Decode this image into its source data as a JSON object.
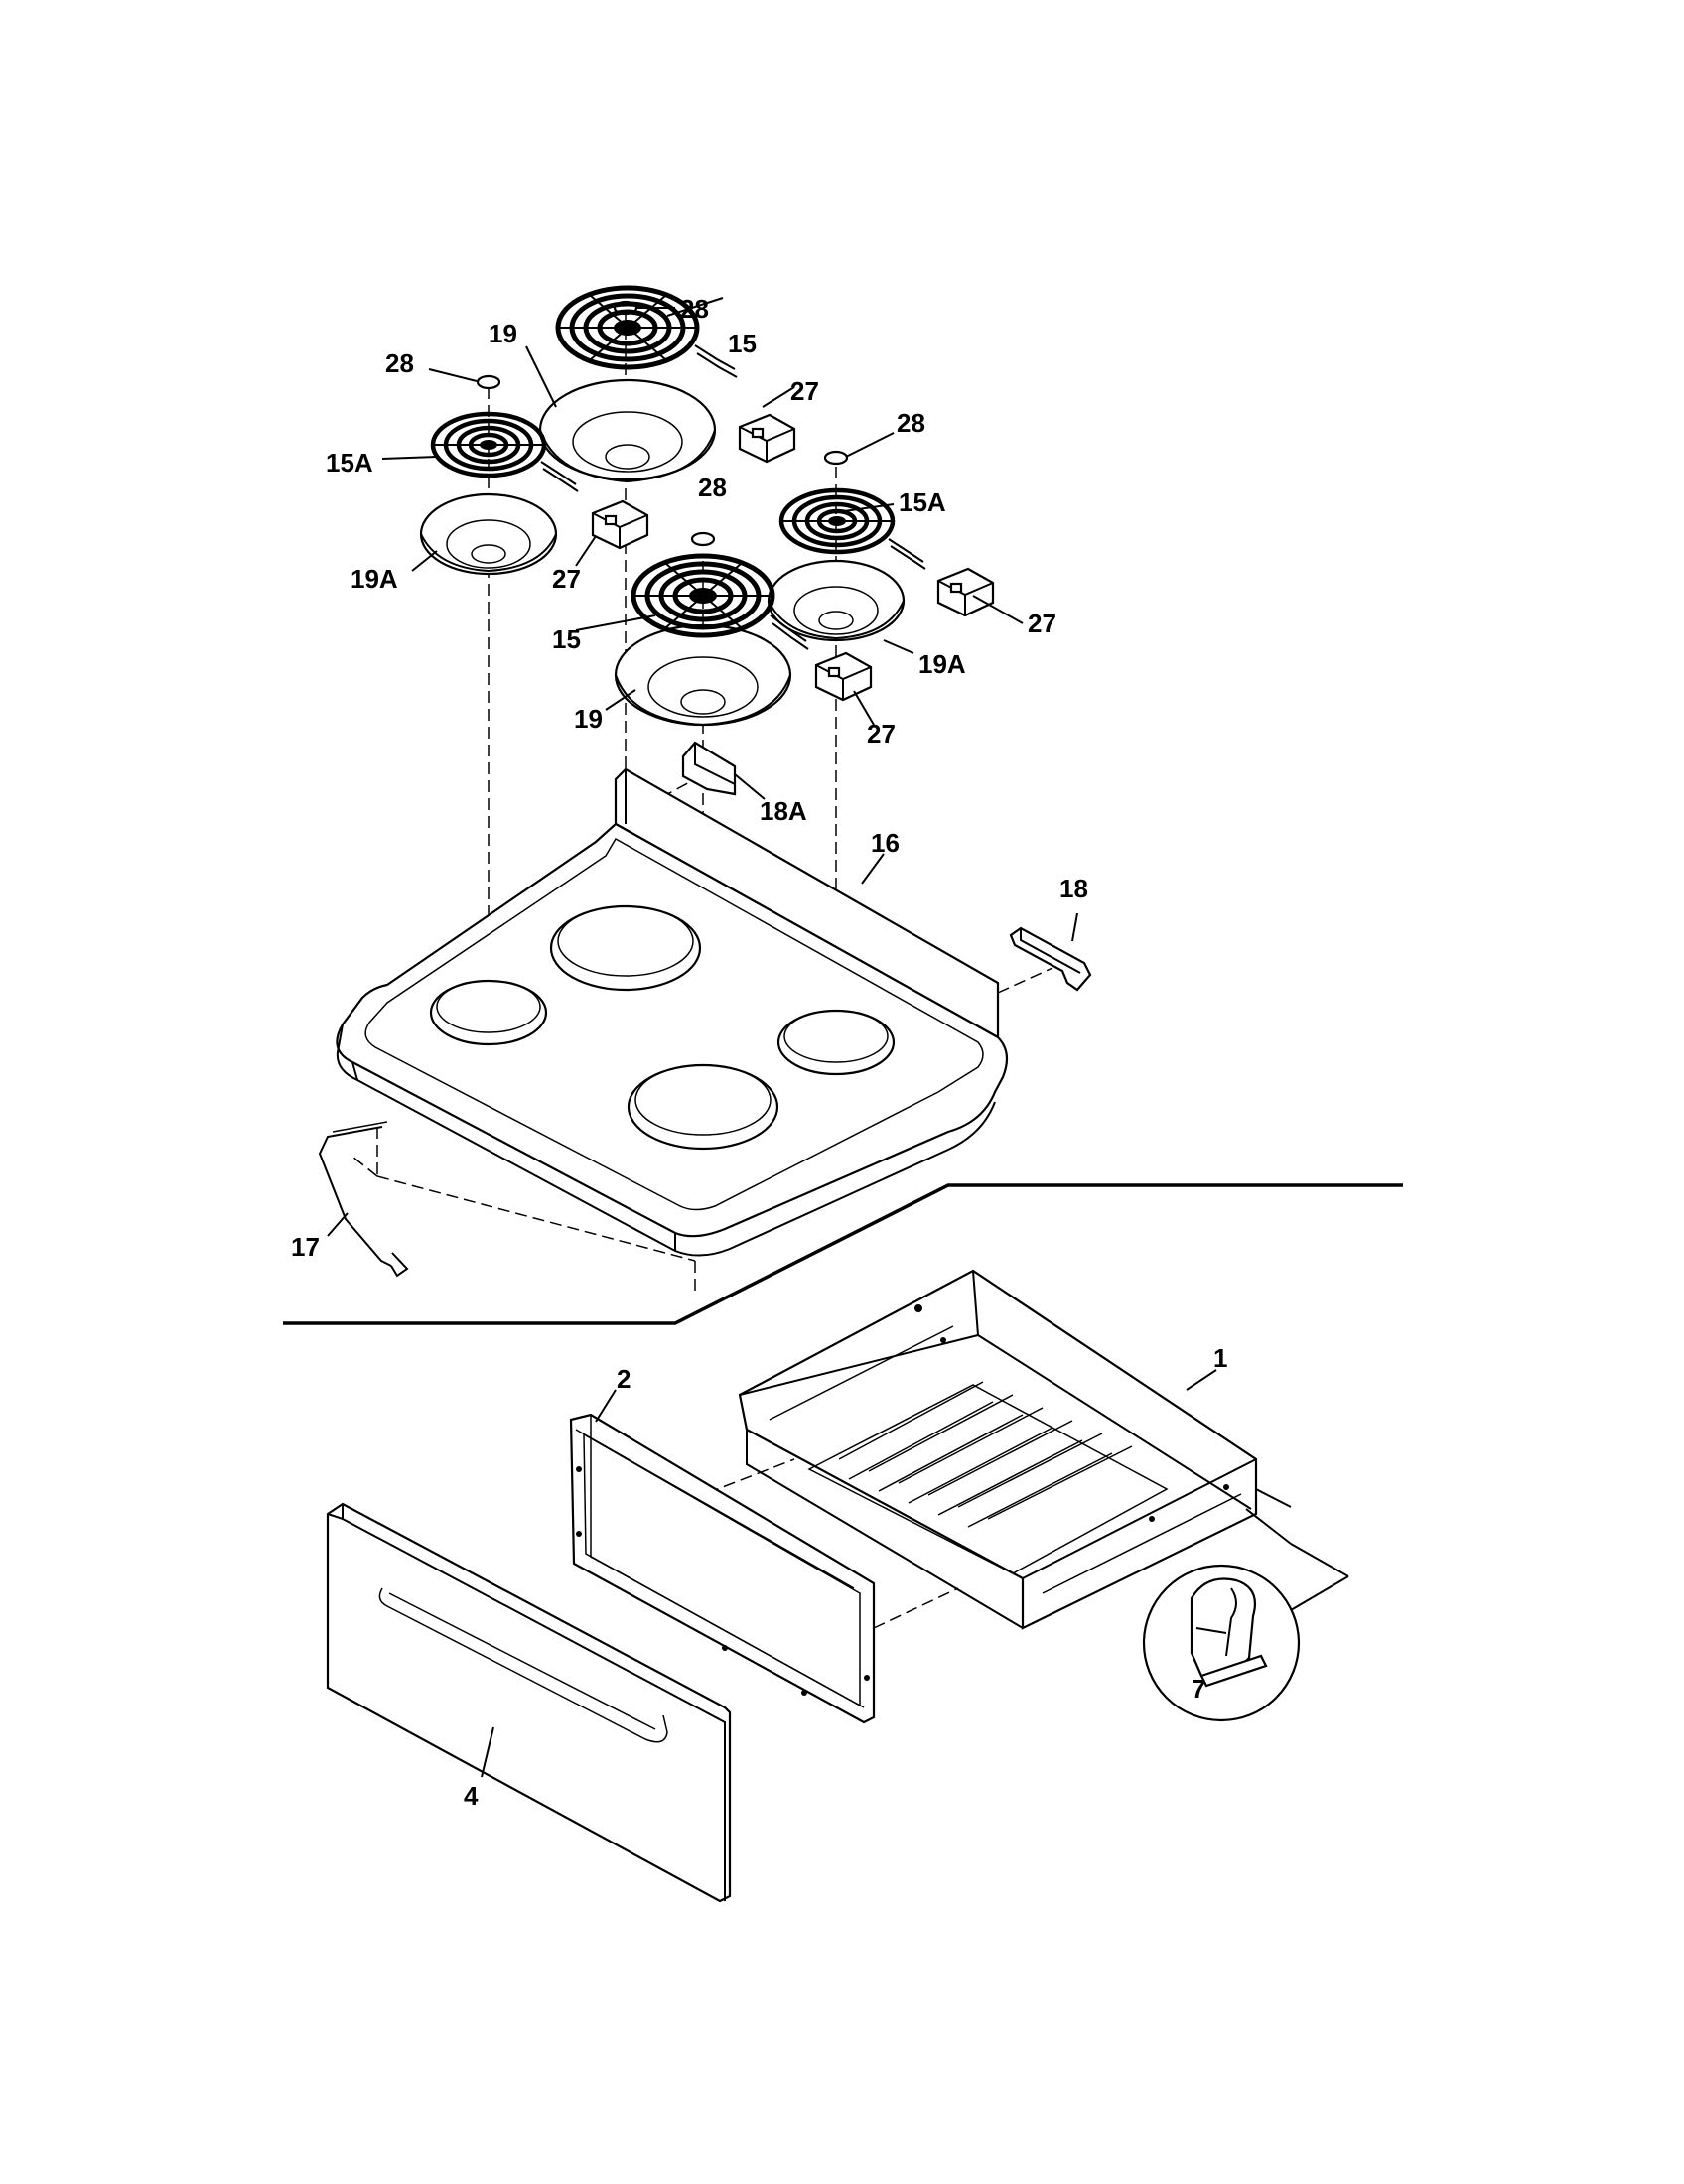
{
  "part_labels": {
    "cap_center_back": "28",
    "cap_left": "28",
    "cap_center_front": "28",
    "cap_right": "28",
    "element_back_large": "15",
    "element_front_large": "15",
    "element_left_small": "15A",
    "element_right_small": "15A",
    "bowl_back_large": "19",
    "bowl_front_large": "19",
    "bowl_left_small": "19A",
    "bowl_right_small": "19A",
    "receptacle_back": "27",
    "receptacle_left": "27",
    "receptacle_right": "27",
    "receptacle_front": "27",
    "bracket_center": "18A",
    "cooktop": "16",
    "bracket_right": "18",
    "prop_rod": "17",
    "drawer_body": "1",
    "drawer_liner": "2",
    "drawer_front": "4",
    "drawer_glide": "7"
  }
}
